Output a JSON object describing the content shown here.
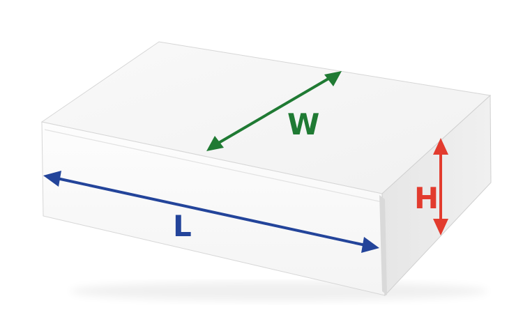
{
  "diagram": {
    "labels": {
      "width": "W",
      "length": "L",
      "height": "H"
    },
    "colors": {
      "width_arrow": "#1f7a33",
      "length_arrow": "#23449a",
      "height_arrow": "#e23b2e",
      "box_top": "#f6f6f6",
      "box_front": "#fcfcfc",
      "box_side": "#e9e9e9",
      "edge": "#d2d2d2"
    }
  }
}
